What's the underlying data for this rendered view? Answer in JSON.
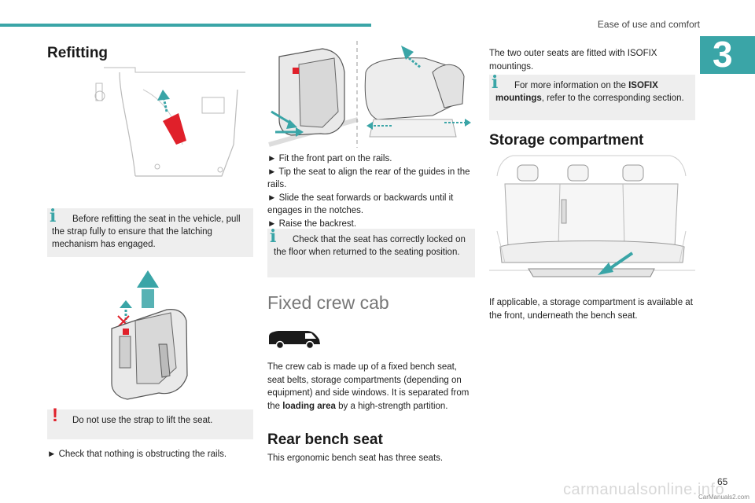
{
  "header": {
    "title": "Ease of use and comfort",
    "chapter_number": "3"
  },
  "col1": {
    "refitting_title": "Refitting",
    "info_text": "Before refitting the seat in the vehicle, pull the strap fully to ensure that the latching mechanism has engaged.",
    "warning_text": "Do not use the strap to lift the seat.",
    "step_text": "►  Check that nothing is obstructing the rails."
  },
  "col2": {
    "steps": [
      "►  Fit the front part on the rails.",
      "►  Tip the seat to align the rear of the guides in the rails.",
      "►  Slide the seat forwards or backwards until it engages in the notches.",
      "►  Raise the backrest."
    ],
    "info_text": "Check that the seat has correctly locked on the floor when returned to the seating position.",
    "fixed_title": "Fixed crew cab",
    "body_prefix": "The crew cab is made up of a fixed bench seat, seat belts, storage compartments (depending on equipment) and side windows. It is separated from the ",
    "body_bold": "loading area",
    "body_suffix": " by a high-strength partition.",
    "rear_title": "Rear bench seat",
    "rear_text": "This ergonomic bench seat has three seats."
  },
  "col3": {
    "isofix_text": "The two outer seats are fitted with ISOFIX mountings.",
    "info_prefix": "For more information on the ",
    "info_bold": "ISOFIX mountings",
    "info_suffix": ", refer to the corresponding section.",
    "storage_title": "Storage compartment",
    "storage_text": "If applicable, a storage compartment is available at the front, underneath the bench seat."
  },
  "footer": {
    "page_number": "65",
    "watermark": "carmanualsonline.info",
    "watermark_small": "CarManuals2.com"
  },
  "colors": {
    "accent": "#3aa5a7",
    "warning": "#e0202a",
    "strap": "#e0202a",
    "info_bg": "#eeeeee"
  },
  "icons": [
    "info-icon",
    "warning-icon",
    "van-icon"
  ]
}
